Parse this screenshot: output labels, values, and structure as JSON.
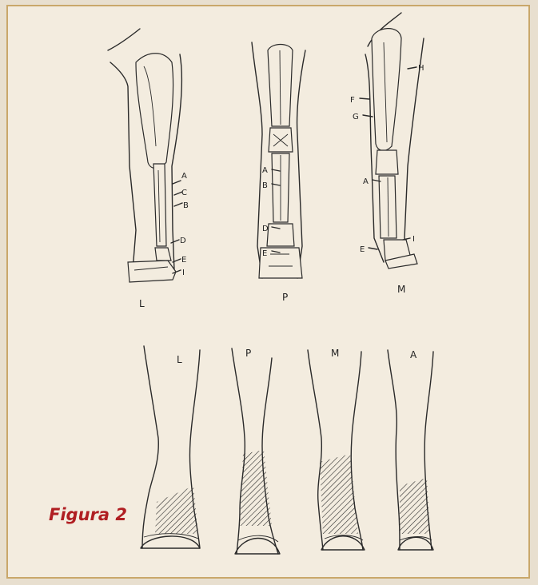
{
  "caption": "Figura 2",
  "colors": {
    "frame_border": "#c9a76a",
    "background": "#f3ecdf",
    "caption": "#b01e22",
    "ink": "#2a2a2a"
  },
  "skeleton_views": [
    {
      "view": "L",
      "markers": [
        "A",
        "C",
        "B",
        "D",
        "E",
        "I"
      ]
    },
    {
      "view": "P",
      "markers": [
        "A",
        "B",
        "D",
        "E"
      ]
    },
    {
      "view": "M",
      "markers": [
        "H",
        "F",
        "G",
        "A",
        "E",
        "I"
      ]
    }
  ],
  "leg_views": [
    "L",
    "P",
    "M",
    "A"
  ]
}
